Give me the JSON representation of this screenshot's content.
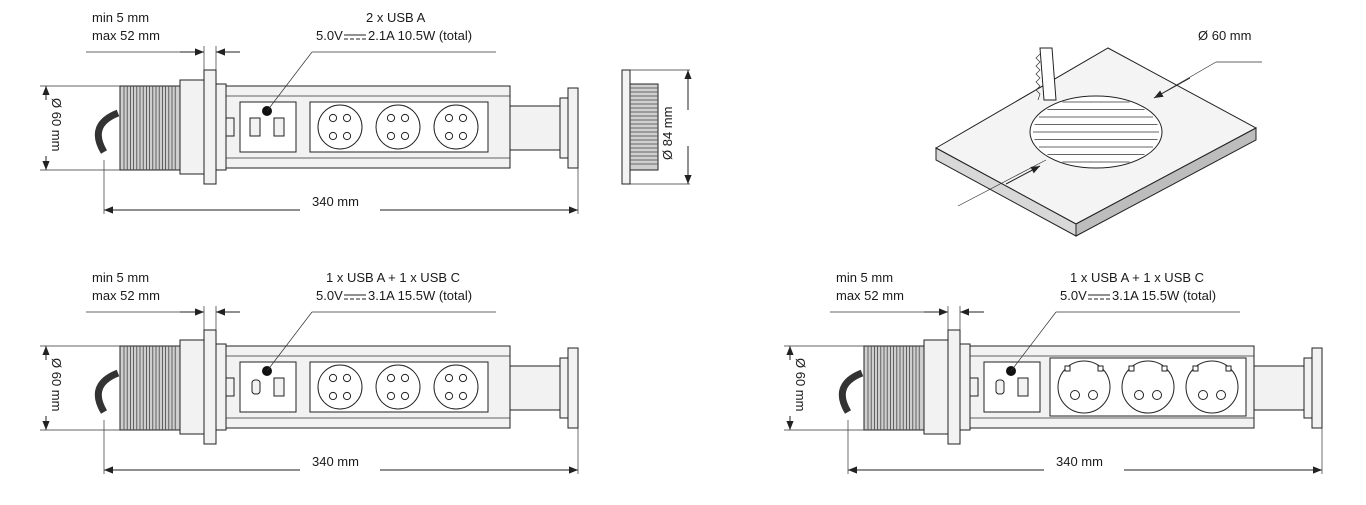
{
  "units": [
    {
      "id": "top-left",
      "min_label": "min 5 mm",
      "max_label": "max 52 mm",
      "usb_title": "2 x USB A",
      "usb_spec": "5.0V",
      "usb_spec_rest": "2.1A  10.5W (total)",
      "diameter_label": "Ø 60 mm",
      "length_label": "340 mm",
      "outlet_style": "french",
      "usb_ports": [
        "A",
        "A"
      ]
    },
    {
      "id": "bottom-left",
      "min_label": "min 5 mm",
      "max_label": "max 52 mm",
      "usb_title": "1 x USB A + 1 x USB C",
      "usb_spec": "5.0V",
      "usb_spec_rest": "3.1A  15.5W (total)",
      "diameter_label": "Ø 60 mm",
      "length_label": "340 mm",
      "outlet_style": "french",
      "usb_ports": [
        "C",
        "A"
      ]
    },
    {
      "id": "bottom-right",
      "min_label": "min 5 mm",
      "max_label": "max 52 mm",
      "usb_title": "1 x USB A + 1 x USB C",
      "usb_spec": "5.0V",
      "usb_spec_rest": "3.1A  15.5W (total)",
      "diameter_label": "Ø 60 mm",
      "length_label": "340 mm",
      "outlet_style": "schuko",
      "usb_ports": [
        "C",
        "A"
      ]
    }
  ],
  "end_view": {
    "diameter_label": "Ø 84 mm"
  },
  "cutout": {
    "diameter_label": "Ø 60 mm"
  }
}
